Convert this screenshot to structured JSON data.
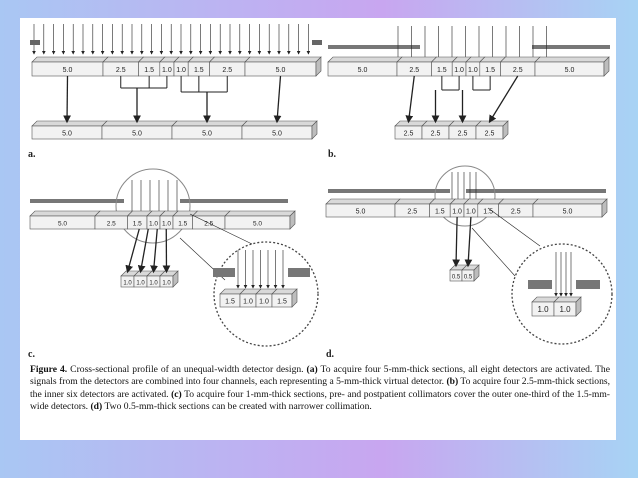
{
  "panels": {
    "a": {
      "label": "a.",
      "top_cells": [
        "5.0",
        "2.5",
        "1.5",
        "1.0",
        "1.0",
        "1.5",
        "2.5",
        "5.0"
      ],
      "bottom_cells": [
        "5.0",
        "5.0",
        "5.0",
        "5.0"
      ]
    },
    "b": {
      "label": "b.",
      "top_cells": [
        "5.0",
        "2.5",
        "1.5",
        "1.0",
        "1.0",
        "1.5",
        "2.5",
        "5.0"
      ],
      "bottom_cells": [
        "2.5",
        "2.5",
        "2.5",
        "2.5"
      ]
    },
    "c": {
      "label": "c.",
      "top_cells": [
        "5.0",
        "2.5",
        "1.5",
        "1.0",
        "1.0",
        "1.5",
        "2.5",
        "5.0"
      ],
      "output_cells": [
        "1.0",
        "1.0",
        "1.0",
        "1.0"
      ],
      "zoom_cells": [
        "1.5",
        "1.0",
        "1.0",
        "1.5"
      ]
    },
    "d": {
      "label": "d.",
      "top_cells": [
        "5.0",
        "2.5",
        "1.5",
        "1.0",
        "1.0",
        "1.5",
        "2.5",
        "5.0"
      ],
      "output_cells": [
        "0.5",
        "0.5"
      ],
      "zoom_cells": [
        "1.0",
        "1.0"
      ]
    }
  },
  "caption": {
    "figure_label": "Figure 4.",
    "intro": "Cross-sectional profile of an unequal-width detector design.",
    "a_label": "(a)",
    "a_text": "To acquire four 5-mm-thick sections, all eight detectors are activated. The signals from the detectors are combined into four channels, each representing a 5-mm-thick virtual detector.",
    "b_label": "(b)",
    "b_text": "To acquire four 2.5-mm-thick sections, the inner six detectors are activated.",
    "c_label": "(c)",
    "c_text": "To acquire four 1-mm-thick sections, pre- and postpatient collimators cover the outer one-third of the 1.5-mm-wide detectors.",
    "d_label": "(d)",
    "d_text": "Two 0.5-mm-thick sections can be created with narrower collimation."
  }
}
